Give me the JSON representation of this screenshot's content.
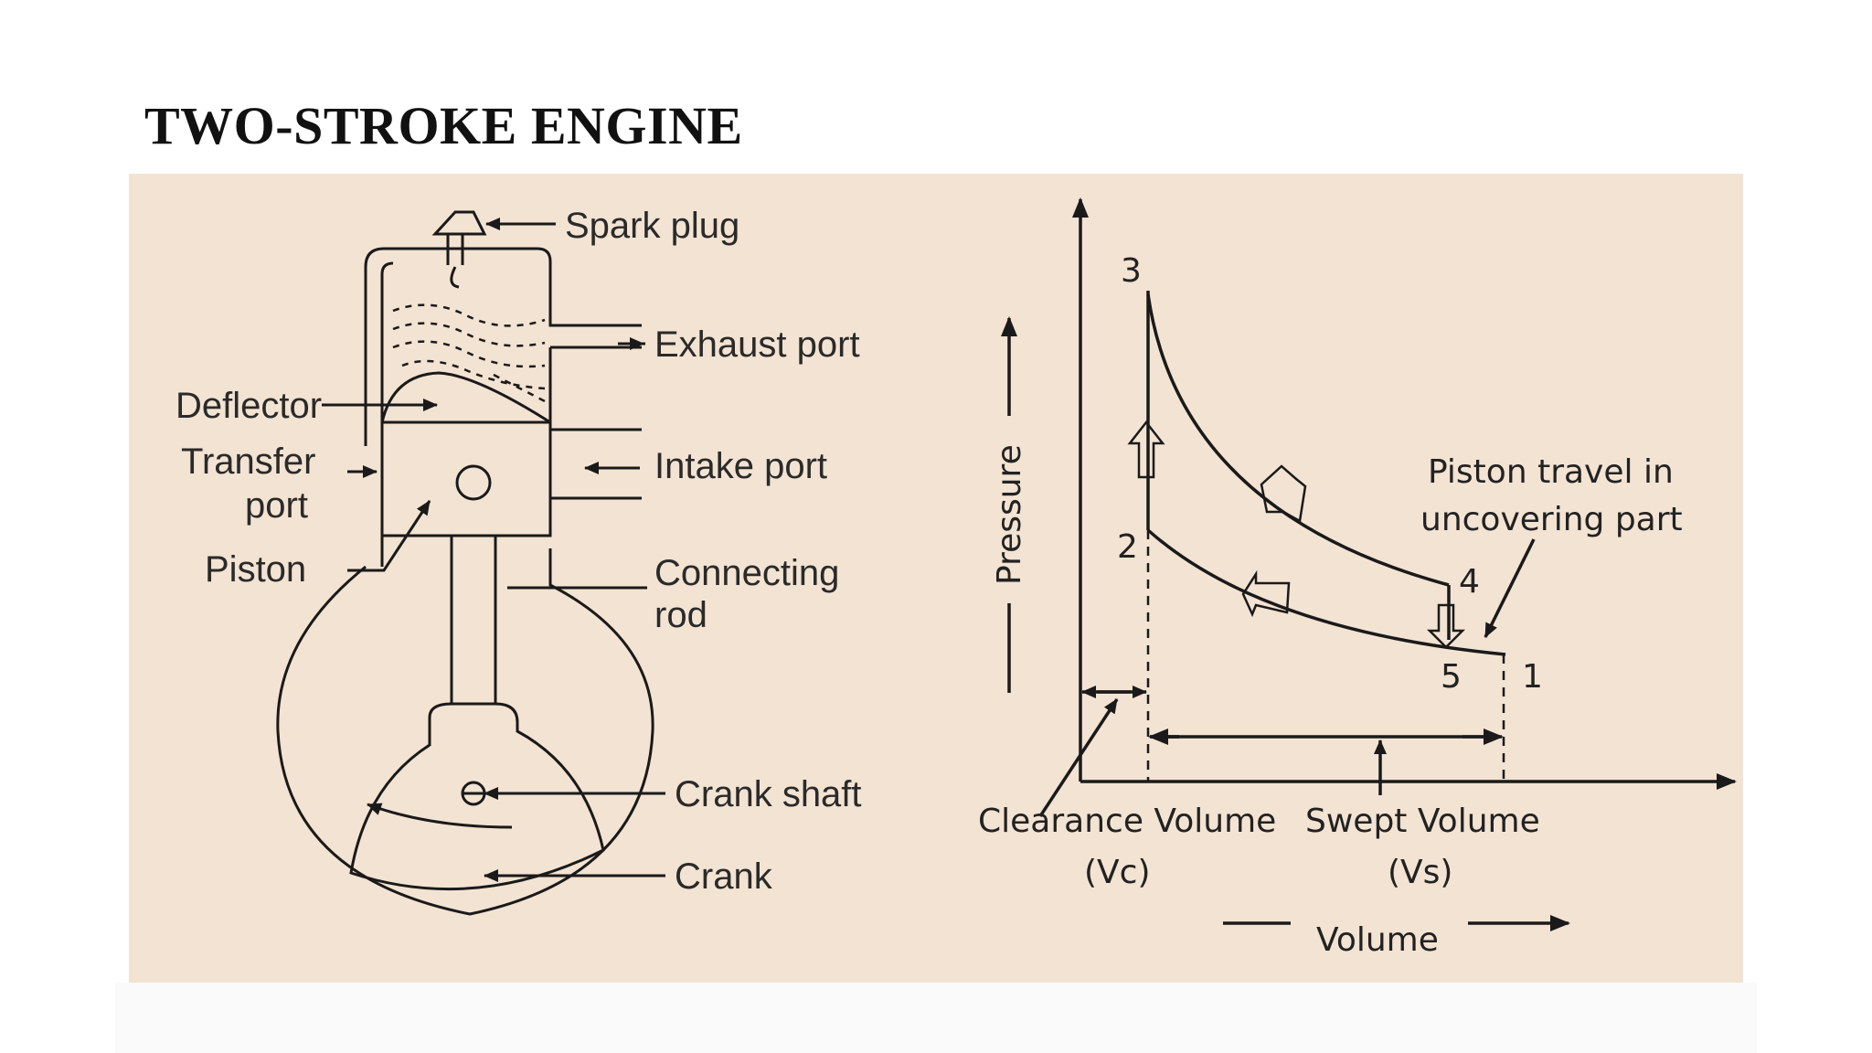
{
  "slide": {
    "title": "TWO-STROKE ENGINE"
  },
  "engine_diagram": {
    "labels": {
      "spark_plug": "Spark plug",
      "exhaust_port": "Exhaust port",
      "deflector": "Deflector",
      "transfer_port_line1": "Transfer",
      "transfer_port_line2": "port",
      "intake_port": "Intake port",
      "piston": "Piston",
      "connecting_rod_line1": "Connecting",
      "connecting_rod_line2": "rod",
      "crank_shaft": "Crank shaft",
      "crank": "Crank"
    }
  },
  "pv_diagram": {
    "y_axis_label": "Pressure",
    "x_axis_label": "Volume",
    "points": {
      "p1": "1",
      "p2": "2",
      "p3": "3",
      "p4": "4",
      "p5": "5"
    },
    "annotation_line1": "Piston travel in",
    "annotation_line2": "uncovering part",
    "clearance_volume": "Clearance Volume",
    "clearance_symbol": "(Vc)",
    "swept_volume": "Swept Volume",
    "swept_symbol": "(Vs)"
  },
  "colors": {
    "panel_background": "#f3e3d2",
    "line": "#1a1a1a"
  }
}
